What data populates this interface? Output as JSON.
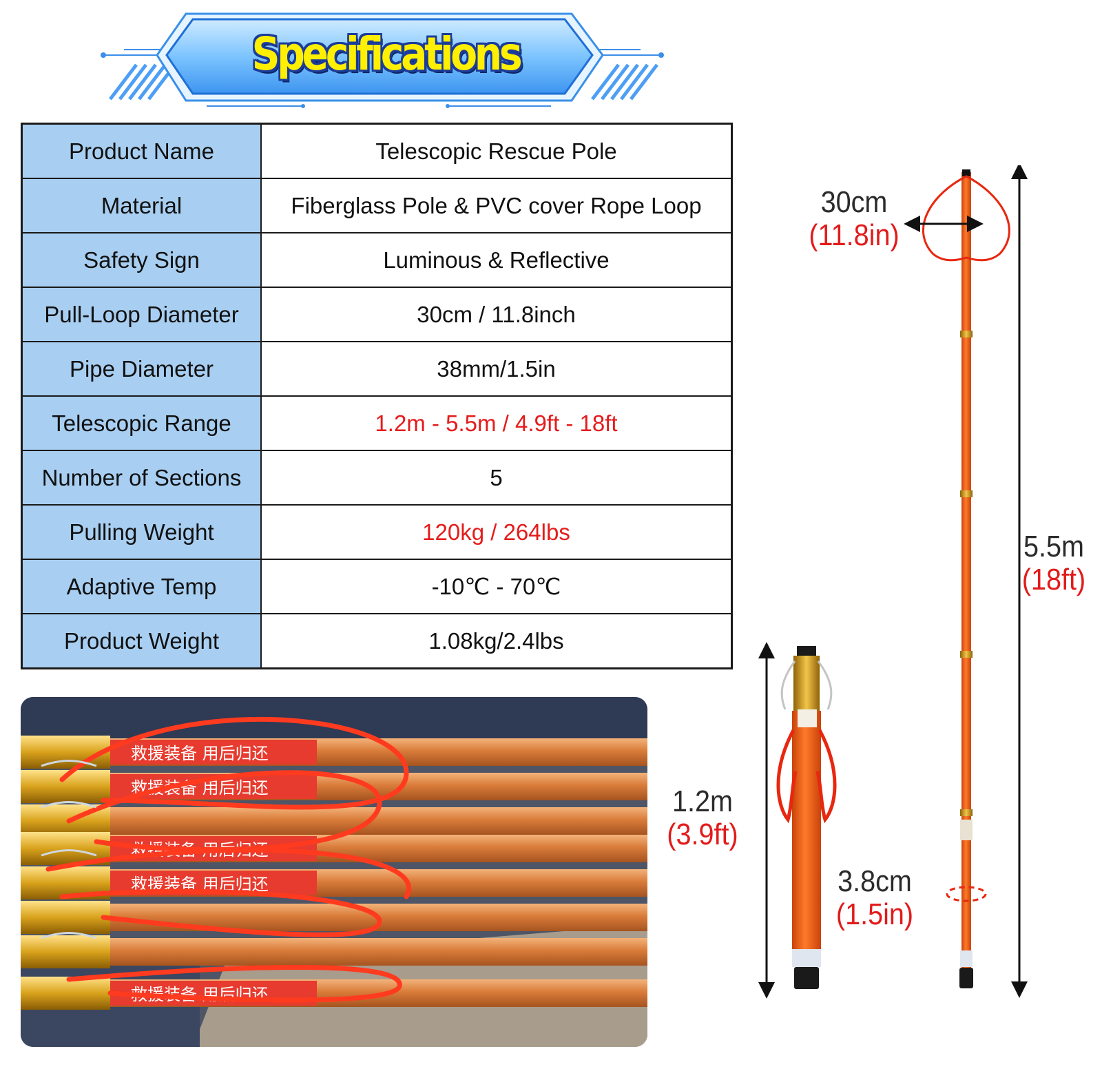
{
  "banner": {
    "title": "Specifications"
  },
  "specs": {
    "rows": [
      {
        "label": "Product Name",
        "value": "Telescopic Rescue Pole"
      },
      {
        "label": "Material",
        "value": "Fiberglass Pole & PVC cover Rope Loop"
      },
      {
        "label": "Safety Sign",
        "value": "Luminous & Reflective"
      },
      {
        "label": "Pull-Loop Diameter",
        "value": "30cm / 11.8inch"
      },
      {
        "label": "Pipe Diameter",
        "value": "38mm/1.5in"
      },
      {
        "label": "Telescopic Range",
        "value": "1.2m - 5.5m / 4.9ft - 18ft",
        "highlight": true
      },
      {
        "label": "Number of Sections",
        "value": "5"
      },
      {
        "label": "Pulling Weight",
        "value": "120kg / 264lbs",
        "highlight": true
      },
      {
        "label": "Adaptive Temp",
        "value": "-10℃ - 70℃"
      },
      {
        "label": "Product Weight",
        "value": "1.08kg/2.4lbs"
      }
    ],
    "highlight_color": "#e51b1b",
    "label_bg": "#a8cff2"
  },
  "photo": {
    "label_text": "救援装备 用后归还"
  },
  "diagram": {
    "loop": {
      "metric": "30cm",
      "imperial": "(11.8in)"
    },
    "extended": {
      "metric": "5.5m",
      "imperial": "(18ft)"
    },
    "collapsed": {
      "metric": "1.2m",
      "imperial": "(3.9ft)"
    },
    "pipe": {
      "metric": "3.8cm",
      "imperial": "(1.5in)"
    },
    "pole_color": "#e8560a"
  }
}
